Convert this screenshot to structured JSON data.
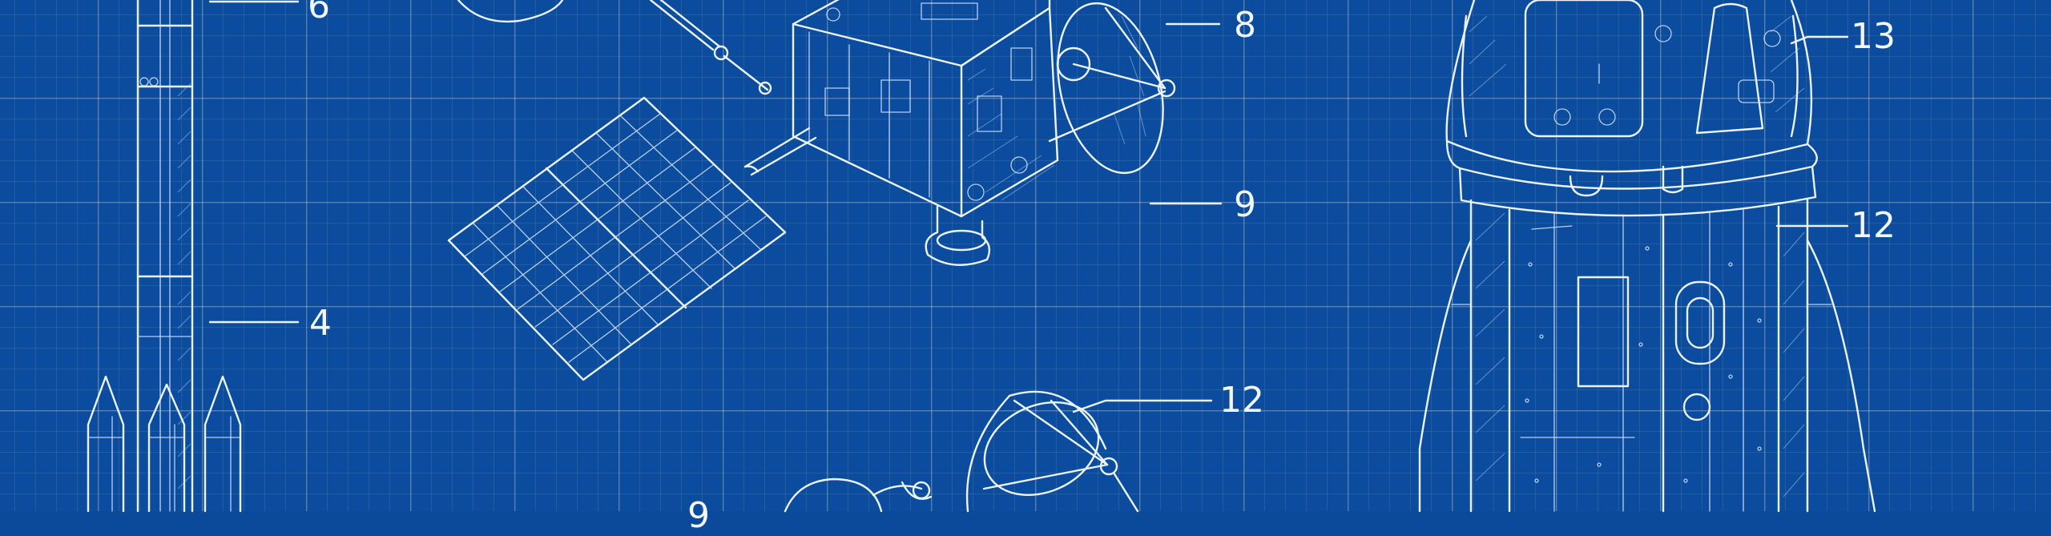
{
  "callouts": [
    {
      "id": "rocket-top",
      "label": "6"
    },
    {
      "id": "rocket-mid",
      "label": "4"
    },
    {
      "id": "satellite-top",
      "label": "8"
    },
    {
      "id": "satellite-mid",
      "label": "9"
    },
    {
      "id": "dish",
      "label": "12"
    },
    {
      "id": "bottom-left",
      "label": "9"
    },
    {
      "id": "capsule-top",
      "label": "13"
    },
    {
      "id": "capsule-mid",
      "label": "12"
    }
  ],
  "colors": {
    "background": "#0b4c9e",
    "line": "#eaf3ff",
    "grid": "#ffffff"
  }
}
